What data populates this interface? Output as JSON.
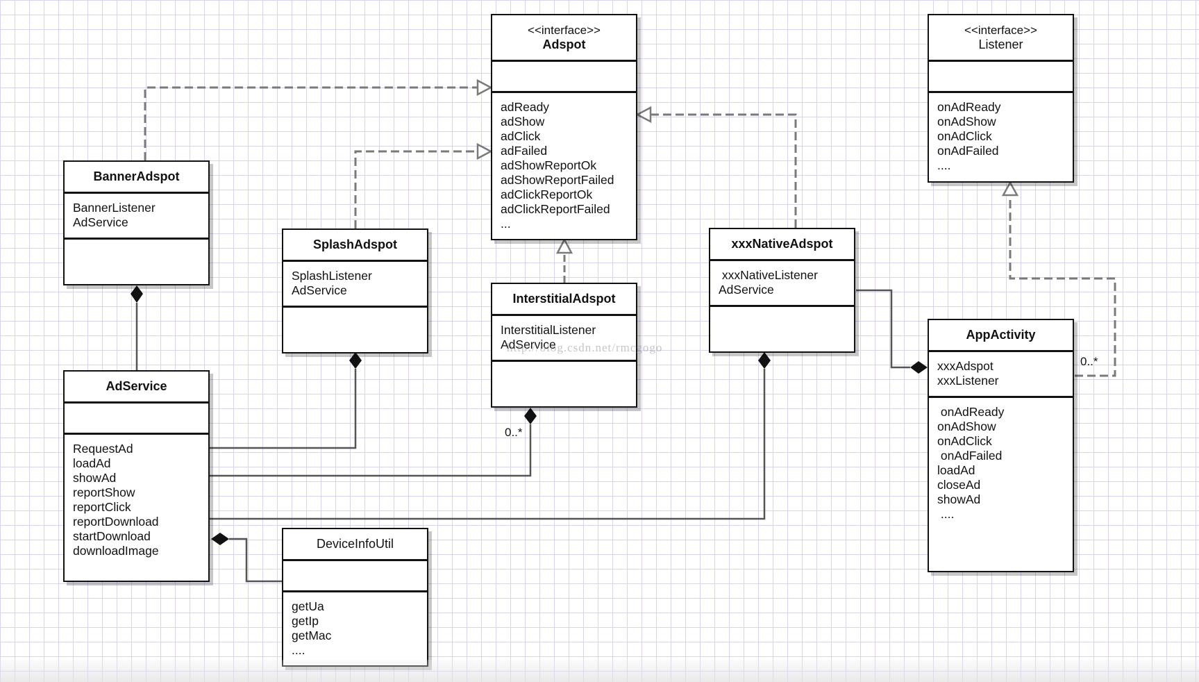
{
  "diagram": {
    "watermark": "http://blog.csdn.net/rmcgogo",
    "classes": {
      "adspot": {
        "stereotype": "<<interface>>",
        "name": "Adspot",
        "attributes": [],
        "methods": [
          "adReady",
          "adShow",
          "adClick",
          "adFailed",
          "adShowReportOk",
          "adShowReportFailed",
          "adClickReportOk",
          "adClickReportFailed",
          "..."
        ]
      },
      "listener": {
        "stereotype": "<<interface>>",
        "name": "Listener",
        "attributes": [],
        "methods": [
          "onAdReady",
          "onAdShow",
          "onAdClick",
          "onAdFailed",
          "...."
        ]
      },
      "banner_adspot": {
        "name": "BannerAdspot",
        "attributes": [
          "BannerListener",
          "AdService"
        ],
        "methods": []
      },
      "splash_adspot": {
        "name": "SplashAdspot",
        "attributes": [
          "SplashListener",
          "AdService"
        ],
        "methods": []
      },
      "interstitial_adspot": {
        "name": "InterstitialAdspot",
        "attributes": [
          "InterstitialListener",
          "AdService"
        ],
        "methods": []
      },
      "native_adspot": {
        "name": "xxxNativeAdspot",
        "attributes": [
          " xxxNativeListener",
          "AdService"
        ],
        "methods": []
      },
      "ad_service": {
        "name": "AdService",
        "attributes": [],
        "methods": [
          "RequestAd",
          "loadAd",
          "showAd",
          "reportShow",
          "reportClick",
          "reportDownload",
          "startDownload",
          "downloadImage"
        ]
      },
      "device_info_util": {
        "name": "DeviceInfoUtil",
        "attributes": [],
        "methods": [
          "getUa",
          "getIp",
          "getMac",
          "...."
        ]
      },
      "app_activity": {
        "name": "AppActivity",
        "attributes": [
          "xxxAdspot",
          "xxxListener"
        ],
        "methods": [
          " onAdReady",
          "onAdShow",
          "onAdClick",
          " onAdFailed",
          "loadAd",
          "closeAd",
          "showAd",
          " ...."
        ]
      }
    },
    "multiplicities": {
      "interstitial_service": "0..*",
      "app_activity_listener": "0..*"
    },
    "relations": [
      {
        "type": "realization",
        "from": "BannerAdspot",
        "to": "Adspot"
      },
      {
        "type": "realization",
        "from": "SplashAdspot",
        "to": "Adspot"
      },
      {
        "type": "realization",
        "from": "InterstitialAdspot",
        "to": "Adspot"
      },
      {
        "type": "realization",
        "from": "xxxNativeAdspot",
        "to": "Adspot"
      },
      {
        "type": "realization",
        "from": "AppActivity",
        "to": "Listener"
      },
      {
        "type": "composition",
        "whole": "BannerAdspot",
        "part": "AdService"
      },
      {
        "type": "composition",
        "whole": "SplashAdspot",
        "part": "AdService"
      },
      {
        "type": "composition",
        "whole": "InterstitialAdspot",
        "part": "AdService"
      },
      {
        "type": "composition",
        "whole": "xxxNativeAdspot",
        "part": "AdService"
      },
      {
        "type": "composition",
        "whole": "AdService",
        "part": "DeviceInfoUtil"
      },
      {
        "type": "composition",
        "whole": "AppActivity",
        "part": "xxxNativeAdspot"
      }
    ],
    "colors": {
      "line": "#111111",
      "dashed_line": "#7a7a7a",
      "grid": "#d5d5ec",
      "box_fill": "#ffffff"
    }
  }
}
